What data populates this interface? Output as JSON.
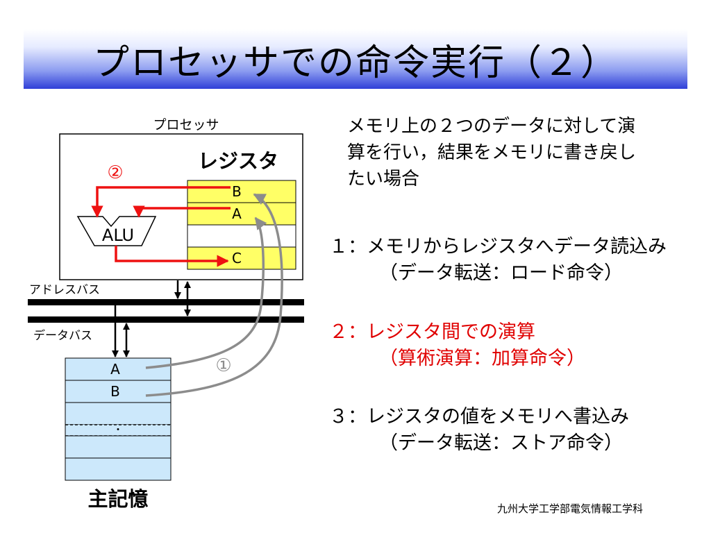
{
  "slide": {
    "title": "プロセッサでの命令実行（２）",
    "footer": "九州大学工学部電気情報工学科"
  },
  "diagram": {
    "processor_label": "プロセッサ",
    "register_label": "レジスタ",
    "alu_label": "ALU",
    "register_cells": [
      "B",
      "A",
      "",
      "C"
    ],
    "address_bus_label": "アドレスバス",
    "data_bus_label": "データバス",
    "memory_cells": [
      "A",
      "B",
      "",
      "",
      "",
      ""
    ],
    "memory_ellipsis": "・",
    "memory_label": "主記憶",
    "marker_1": "①",
    "marker_2": "②",
    "colors": {
      "register_fill": "#ffff66",
      "memory_fill": "#cce8fb",
      "bus": "#000000",
      "red_arrow": "#ee1111",
      "gray_arrow": "#8c8c8c"
    }
  },
  "description": {
    "intro_lines": [
      "メモリ上の２つのデータに対して演",
      "算を行い，結果をメモリに書き戻し",
      "たい場合"
    ],
    "steps": [
      {
        "line": "１：メモリからレジスタへデータ読込み",
        "sub": "（データ転送：ロード命令）"
      },
      {
        "line": "２：レジスタ間での演算",
        "sub": "（算術演算：加算命令）"
      },
      {
        "line": "３：レジスタの値をメモリへ書込み",
        "sub": "（データ転送：ストア命令）"
      }
    ]
  }
}
